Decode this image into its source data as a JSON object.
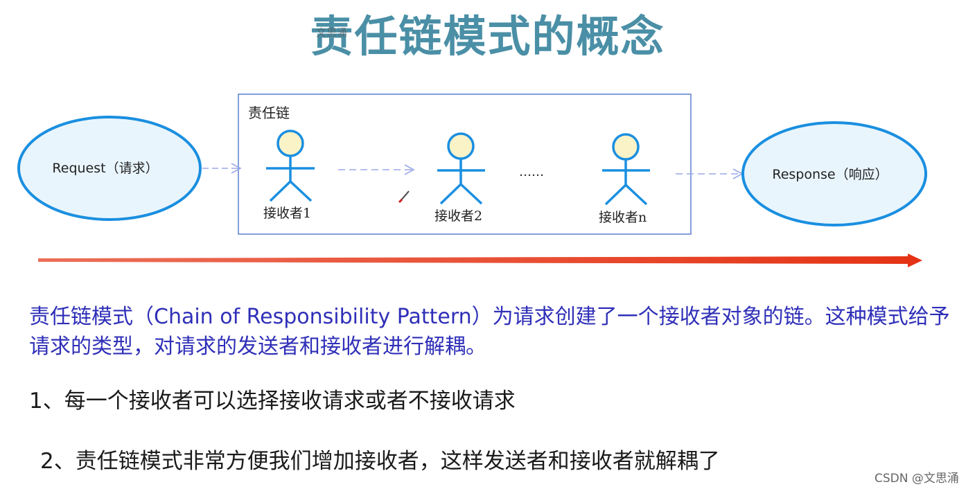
{
  "title": "责任链模式的概念",
  "watermark": "文思涌",
  "diagram": {
    "box_label": "责任链",
    "request": "Request（请求）",
    "response": "Response（响应）",
    "receivers": [
      "接收者1",
      "接收者2",
      "接收者n"
    ],
    "ellipsis": "……",
    "colors": {
      "ellipse_stroke": "#1a8fe0",
      "ellipse_fill": "#e9f5fd",
      "actor_stroke": "#1a8fe0",
      "actor_head_fill": "#fbf3c8",
      "box_stroke": "#5b7fd1",
      "dashed_arrow": "#9aa8e6",
      "timeline": "#e53214"
    }
  },
  "description": "责任链模式（Chain of Responsibility Pattern）为请求创建了一个接收者对象的链。这种模式给予请求的类型，对请求的发送者和接收者进行解耦。",
  "points": [
    "1、每一个接收者可以选择接收请求或者不接收请求",
    "2、责任链模式非常方便我们增加接收者，这样发送者和接收者就解耦了"
  ],
  "credit": "CSDN @文思涌"
}
